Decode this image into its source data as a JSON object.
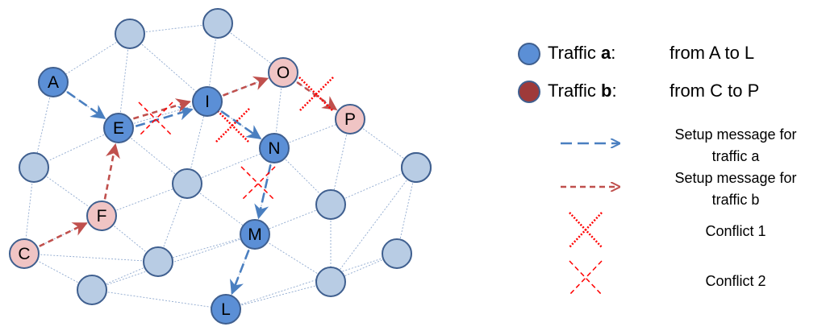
{
  "colors": {
    "traffic_a": "#5b8fd6",
    "traffic_b": "#f0c4c4",
    "background_node": "#b8cce4",
    "node_stroke": "#3f5f8f",
    "setup_a": "#4a7fc0",
    "setup_b": "#c0504d",
    "conflict": "#ff0000"
  },
  "nodes": [
    {
      "id": "A",
      "label": "A",
      "type": "a"
    },
    {
      "id": "E",
      "label": "E",
      "type": "a"
    },
    {
      "id": "I",
      "label": "I",
      "type": "a"
    },
    {
      "id": "N",
      "label": "N",
      "type": "a"
    },
    {
      "id": "M",
      "label": "M",
      "type": "a"
    },
    {
      "id": "L",
      "label": "L",
      "type": "a"
    },
    {
      "id": "C",
      "label": "C",
      "type": "b"
    },
    {
      "id": "F",
      "label": "F",
      "type": "b"
    },
    {
      "id": "O",
      "label": "O",
      "type": "b"
    },
    {
      "id": "P",
      "label": "P",
      "type": "b"
    },
    {
      "id": "n1",
      "label": "",
      "type": "bg"
    },
    {
      "id": "n2",
      "label": "",
      "type": "bg"
    },
    {
      "id": "n3",
      "label": "",
      "type": "bg"
    },
    {
      "id": "n4",
      "label": "",
      "type": "bg"
    },
    {
      "id": "n5",
      "label": "",
      "type": "bg"
    },
    {
      "id": "n6",
      "label": "",
      "type": "bg"
    },
    {
      "id": "n7",
      "label": "",
      "type": "bg"
    },
    {
      "id": "n8",
      "label": "",
      "type": "bg"
    },
    {
      "id": "n9",
      "label": "",
      "type": "bg"
    },
    {
      "id": "n10",
      "label": "",
      "type": "bg"
    },
    {
      "id": "n11",
      "label": "",
      "type": "bg"
    }
  ],
  "links": [
    [
      "n1",
      "n2"
    ],
    [
      "n1",
      "A"
    ],
    [
      "n1",
      "E"
    ],
    [
      "n1",
      "I"
    ],
    [
      "n2",
      "I"
    ],
    [
      "n2",
      "O"
    ],
    [
      "A",
      "n3"
    ],
    [
      "A",
      "E"
    ],
    [
      "E",
      "n3"
    ],
    [
      "E",
      "n4"
    ],
    [
      "E",
      "I"
    ],
    [
      "n3",
      "F"
    ],
    [
      "n3",
      "C"
    ],
    [
      "F",
      "C"
    ],
    [
      "F",
      "n4"
    ],
    [
      "F",
      "n5"
    ],
    [
      "n4",
      "I"
    ],
    [
      "n4",
      "M"
    ],
    [
      "n4",
      "N"
    ],
    [
      "I",
      "O"
    ],
    [
      "I",
      "N"
    ],
    [
      "O",
      "P"
    ],
    [
      "O",
      "N"
    ],
    [
      "N",
      "P"
    ],
    [
      "N",
      "n7"
    ],
    [
      "N",
      "M"
    ],
    [
      "P",
      "n7"
    ],
    [
      "P",
      "n8"
    ],
    [
      "n7",
      "n8"
    ],
    [
      "n7",
      "M"
    ],
    [
      "n7",
      "n9"
    ],
    [
      "n8",
      "n10"
    ],
    [
      "n8",
      "n9"
    ],
    [
      "n10",
      "n9"
    ],
    [
      "n9",
      "M"
    ],
    [
      "n9",
      "L"
    ],
    [
      "M",
      "n5"
    ],
    [
      "M",
      "L"
    ],
    [
      "n5",
      "n6"
    ],
    [
      "n5",
      "C"
    ],
    [
      "n6",
      "L"
    ],
    [
      "n6",
      "M"
    ],
    [
      "n6",
      "C"
    ],
    [
      "L",
      "n10"
    ],
    [
      "n5",
      "n4"
    ]
  ],
  "setup_messages": [
    {
      "traffic": "a",
      "from": "A",
      "to": "E"
    },
    {
      "traffic": "a",
      "from": "E",
      "to": "I"
    },
    {
      "traffic": "a",
      "from": "I",
      "to": "N"
    },
    {
      "traffic": "a",
      "from": "N",
      "to": "M"
    },
    {
      "traffic": "a",
      "from": "M",
      "to": "L"
    },
    {
      "traffic": "b",
      "from": "C",
      "to": "F"
    },
    {
      "traffic": "b",
      "from": "F",
      "to": "E"
    },
    {
      "traffic": "b",
      "from": "E",
      "to": "I"
    },
    {
      "traffic": "b",
      "from": "I",
      "to": "O"
    },
    {
      "traffic": "b",
      "from": "O",
      "to": "P"
    }
  ],
  "conflicts": [
    {
      "kind": 1,
      "near": "I-N"
    },
    {
      "kind": 1,
      "near": "O-P"
    },
    {
      "kind": 2,
      "near": "E-I"
    },
    {
      "kind": 2,
      "near": "N-M"
    }
  ],
  "legend": {
    "traffic_a_prefix": "Traffic ",
    "traffic_a_bold": "a",
    "traffic_a_suffix": ":",
    "traffic_a_route": "from A to L",
    "traffic_b_prefix": "Traffic ",
    "traffic_b_bold": "b",
    "traffic_b_suffix": ":",
    "traffic_b_route": "from C to P",
    "setup_a_label": "Setup message for traffic a",
    "setup_b_label": "Setup message for traffic b",
    "conflict1_label": "Conflict 1",
    "conflict2_label": "Conflict 2"
  }
}
